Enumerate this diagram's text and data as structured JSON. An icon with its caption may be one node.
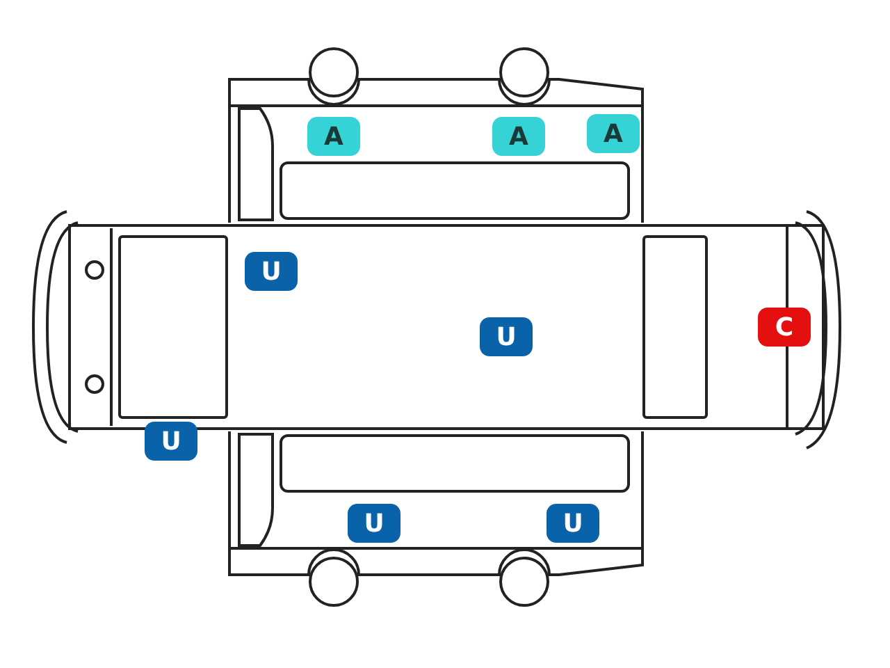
{
  "diagram": {
    "labels": [
      "A",
      "A",
      "A",
      "U",
      "C",
      "U",
      "U",
      "U",
      "U"
    ]
  }
}
